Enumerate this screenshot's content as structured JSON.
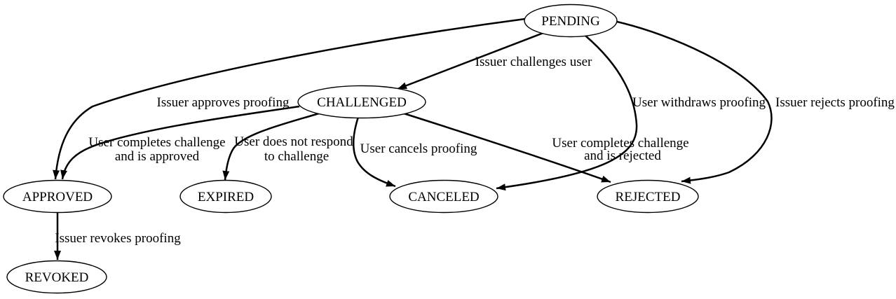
{
  "diagram": {
    "type": "state-machine",
    "colors": {
      "background": "#ffffff",
      "node_fill": "#ffffff",
      "stroke": "#000000",
      "text": "#000000"
    },
    "nodes": {
      "pending": {
        "label": "PENDING"
      },
      "challenged": {
        "label": "CHALLENGED"
      },
      "approved": {
        "label": "APPROVED"
      },
      "expired": {
        "label": "EXPIRED"
      },
      "canceled": {
        "label": "CANCELED"
      },
      "rejected": {
        "label": "REJECTED"
      },
      "revoked": {
        "label": "REVOKED"
      }
    },
    "edges": {
      "pending_challenged": {
        "from": "PENDING",
        "to": "CHALLENGED",
        "label": "Issuer challenges user"
      },
      "pending_approved": {
        "from": "PENDING",
        "to": "APPROVED",
        "label": "Issuer approves proofing"
      },
      "pending_canceled": {
        "from": "PENDING",
        "to": "CANCELED",
        "label": "User withdraws proofing"
      },
      "pending_rejected": {
        "from": "PENDING",
        "to": "REJECTED",
        "label": "Issuer rejects proofing"
      },
      "challenged_approved": {
        "from": "CHALLENGED",
        "to": "APPROVED",
        "label_lines": [
          "User completes challenge",
          "and is approved"
        ]
      },
      "challenged_expired": {
        "from": "CHALLENGED",
        "to": "EXPIRED",
        "label_lines": [
          "User does not respond",
          "to challenge"
        ]
      },
      "challenged_canceled": {
        "from": "CHALLENGED",
        "to": "CANCELED",
        "label": "User cancels proofing"
      },
      "challenged_rejected": {
        "from": "CHALLENGED",
        "to": "REJECTED",
        "label_lines": [
          "User completes challenge",
          "and is rejected"
        ]
      },
      "approved_revoked": {
        "from": "APPROVED",
        "to": "REVOKED",
        "label": "Issuer revokes proofing"
      }
    }
  }
}
